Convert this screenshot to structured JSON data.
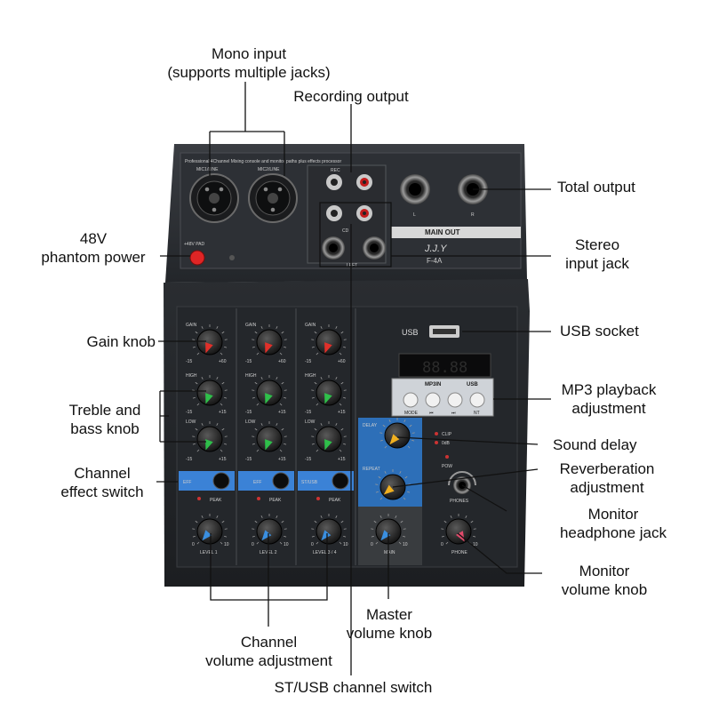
{
  "panel": {
    "header_text": "Professional 4Channel Mixing console and monitor paths plus effects processor",
    "mic1_label": "MIC1/LINE",
    "mic2_label": "MIC2/LINE",
    "rec_label": "REC",
    "cd_label": "CD",
    "left_label": "LEFT",
    "phantom_label": "+48V PAD",
    "main_out_label": "MAIN OUT",
    "brand": "J.J.Y",
    "model": "F-4A",
    "l_label": "L",
    "r_label": "R",
    "usb_label": "USB",
    "display_digits": "88.88",
    "mp3_label": "MP3IN",
    "mp3_usb_label": "USB",
    "mp3_buttons": [
      "MODE",
      "⏮",
      "⏭",
      "NT"
    ],
    "gain_label": "GAIN",
    "high_label": "HIGH",
    "low_label": "LOW",
    "gain_scale": [
      "-15",
      "+60"
    ],
    "eq_scale": [
      "-15",
      "+15"
    ],
    "switch_labels": [
      "EFF",
      "EFF",
      "ST/USB"
    ],
    "peak_label": "PEAK",
    "level_labels": [
      "LEVEL 1",
      "LEVEL 2",
      "LEVEL 3 / 4"
    ],
    "delay_label": "DELAY",
    "repeat_label": "REPEAT",
    "main_knob_label": "MAIN",
    "phones_label": "PHONES",
    "phone_knob_label": "PHONE",
    "led_labels": [
      "CLIP",
      "0dB",
      "POW"
    ],
    "knob_scale": [
      "0",
      "10"
    ]
  },
  "callouts": {
    "mono_input": [
      "Mono input",
      "(supports multiple jacks)"
    ],
    "recording_output": "Recording output",
    "total_output": "Total output",
    "phantom_power": [
      "48V",
      "phantom power"
    ],
    "stereo_input": [
      "Stereo",
      "input jack"
    ],
    "usb_socket": "USB socket",
    "gain_knob": "Gain knob",
    "mp3_playback": [
      "MP3 playback",
      "adjustment"
    ],
    "treble_bass": [
      "Treble and",
      "bass knob"
    ],
    "sound_delay": "Sound delay",
    "channel_effect": [
      "Channel",
      "effect switch"
    ],
    "reverberation": [
      "Reverberation",
      "adjustment"
    ],
    "headphone_jack": [
      "Monitor",
      "headphone jack"
    ],
    "monitor_volume": [
      "Monitor",
      "volume knob"
    ],
    "master_volume": [
      "Master",
      "volume knob"
    ],
    "channel_volume": [
      "Channel",
      "volume adjustment"
    ],
    "st_usb_switch": "ST/USB channel switch"
  }
}
